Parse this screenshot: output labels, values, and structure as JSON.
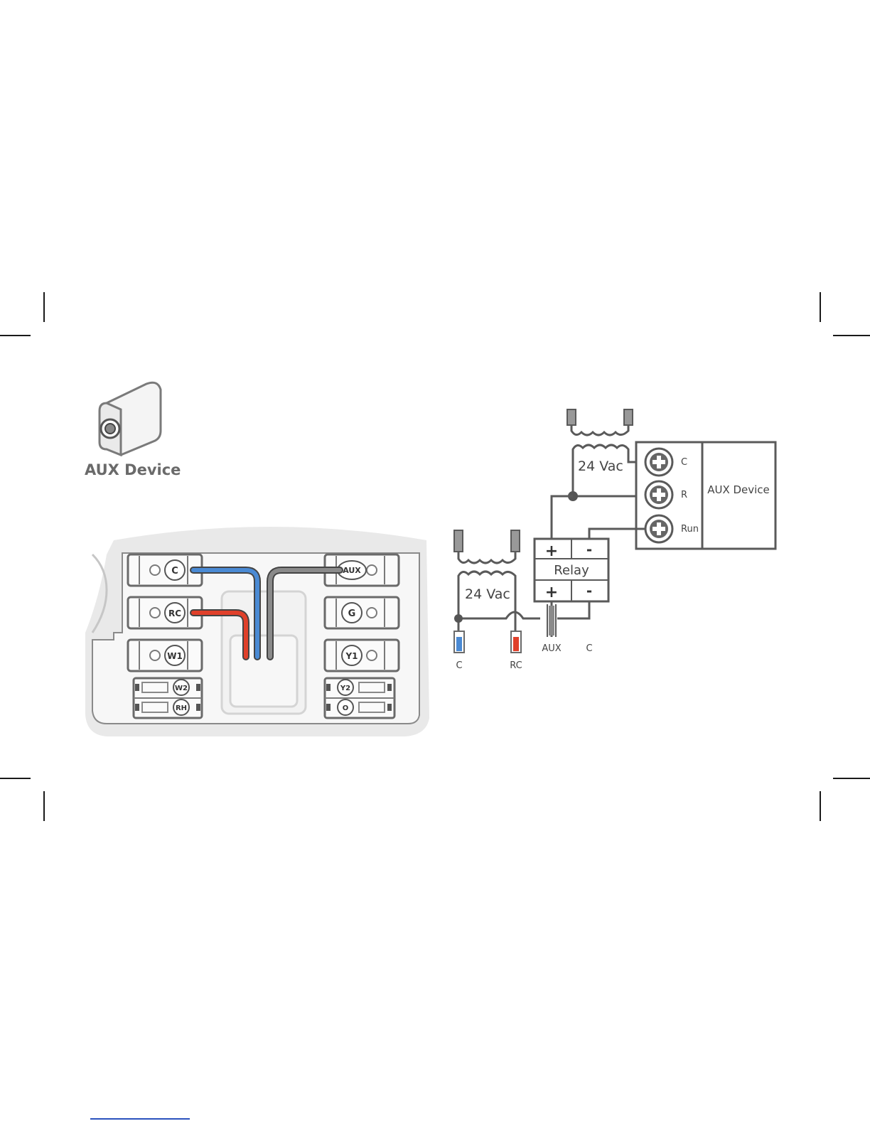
{
  "device_icon": {
    "label": "AUX Device",
    "icon": "aux-device-icon"
  },
  "thermostat": {
    "left_terminals": [
      "C",
      "RC",
      "W1"
    ],
    "left_dual_terminals": [
      "W2",
      "RH"
    ],
    "right_terminals": [
      "AUX",
      "G",
      "Y1"
    ],
    "right_dual_terminals": [
      "Y2",
      "O"
    ],
    "wire_colors": {
      "c": "#4a8ad4",
      "rc": "#e0402a",
      "aux": "#8a8a8a"
    }
  },
  "schematic": {
    "transformer_top_label": "24 Vac",
    "transformer_left_label": "24 Vac",
    "relay": {
      "label": "Relay",
      "plus_top": "+",
      "minus_top": "-",
      "plus_bottom": "+",
      "minus_bottom": "-"
    },
    "aux_device": {
      "label": "AUX Device",
      "terminals": [
        "C",
        "R",
        "Run"
      ]
    },
    "wire_labels": {
      "c": "C",
      "rc": "RC",
      "aux": "AUX",
      "c2": "C"
    }
  }
}
